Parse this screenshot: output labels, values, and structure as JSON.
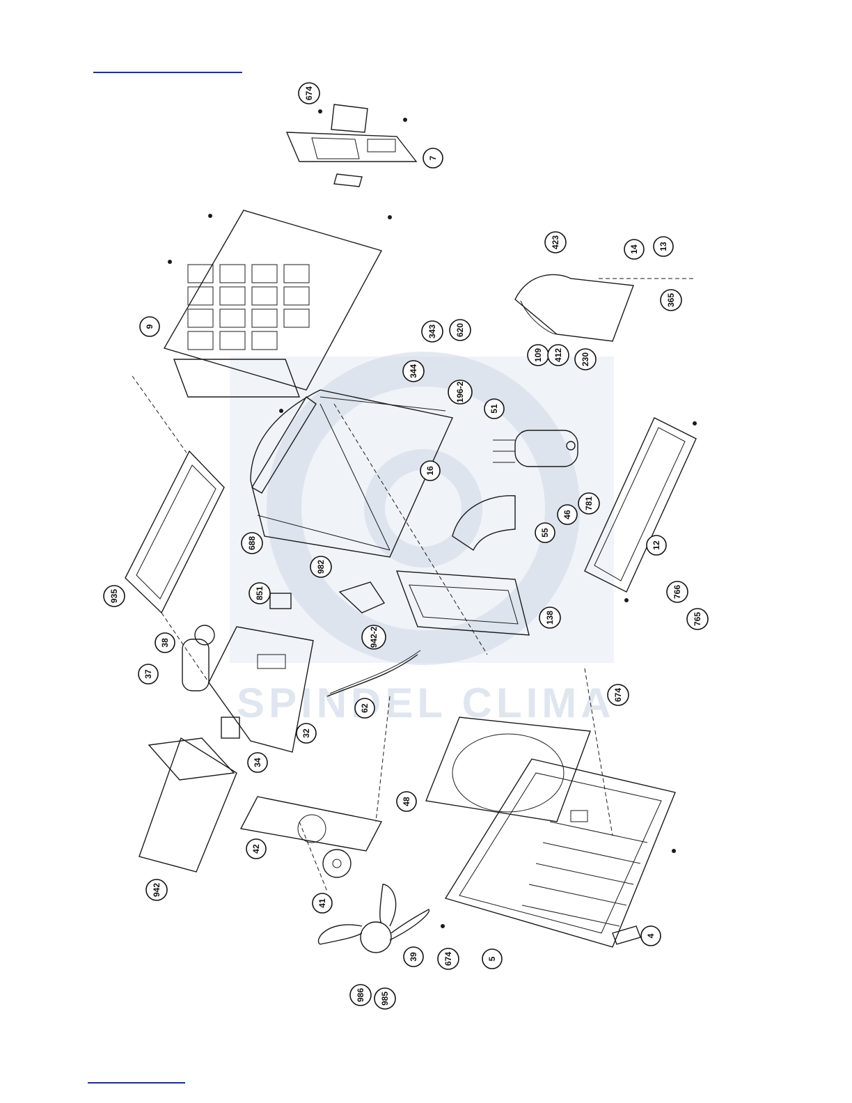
{
  "watermark": {
    "text": "SPINDEL CLIMA",
    "color": "#c9d3e2"
  },
  "accent_color": "#1f2f8c",
  "callouts": [
    {
      "id": "c-674a",
      "label": "674"
    },
    {
      "id": "c-7",
      "label": "7"
    },
    {
      "id": "c-9",
      "label": "9"
    },
    {
      "id": "c-935",
      "label": "935"
    },
    {
      "id": "c-423",
      "label": "423"
    },
    {
      "id": "c-14",
      "label": "14"
    },
    {
      "id": "c-13",
      "label": "13"
    },
    {
      "id": "c-365",
      "label": "365"
    },
    {
      "id": "c-343",
      "label": "343"
    },
    {
      "id": "c-620",
      "label": "620"
    },
    {
      "id": "c-344",
      "label": "344"
    },
    {
      "id": "c-109",
      "label": "109"
    },
    {
      "id": "c-412",
      "label": "412"
    },
    {
      "id": "c-230",
      "label": "230"
    },
    {
      "id": "c-196-2",
      "label": "196-2"
    },
    {
      "id": "c-51",
      "label": "51"
    },
    {
      "id": "c-16",
      "label": "16"
    },
    {
      "id": "c-55",
      "label": "55"
    },
    {
      "id": "c-46",
      "label": "46"
    },
    {
      "id": "c-781",
      "label": "781"
    },
    {
      "id": "c-12",
      "label": "12"
    },
    {
      "id": "c-688",
      "label": "688"
    },
    {
      "id": "c-982",
      "label": "982"
    },
    {
      "id": "c-851",
      "label": "851"
    },
    {
      "id": "c-942-2",
      "label": "942-2"
    },
    {
      "id": "c-138",
      "label": "138"
    },
    {
      "id": "c-766",
      "label": "766"
    },
    {
      "id": "c-765",
      "label": "765"
    },
    {
      "id": "c-38",
      "label": "38"
    },
    {
      "id": "c-37",
      "label": "37"
    },
    {
      "id": "c-62",
      "label": "62"
    },
    {
      "id": "c-674b",
      "label": "674"
    },
    {
      "id": "c-32",
      "label": "32"
    },
    {
      "id": "c-34",
      "label": "34"
    },
    {
      "id": "c-48",
      "label": "48"
    },
    {
      "id": "c-42",
      "label": "42"
    },
    {
      "id": "c-942",
      "label": "942"
    },
    {
      "id": "c-41",
      "label": "41"
    },
    {
      "id": "c-4",
      "label": "4"
    },
    {
      "id": "c-39",
      "label": "39"
    },
    {
      "id": "c-674c",
      "label": "674"
    },
    {
      "id": "c-5",
      "label": "5"
    },
    {
      "id": "c-986",
      "label": "986"
    },
    {
      "id": "c-985",
      "label": "985"
    }
  ]
}
